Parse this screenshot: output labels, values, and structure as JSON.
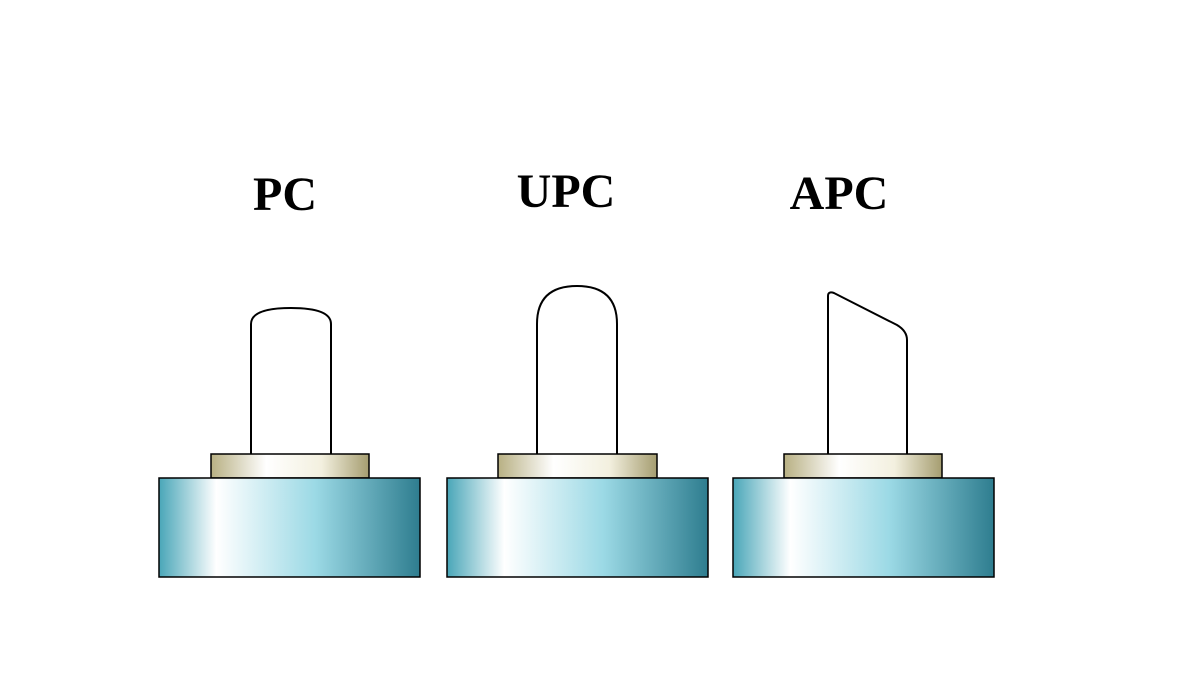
{
  "diagram": {
    "connectors": [
      {
        "id": "pc",
        "label": "PC",
        "end_face": "slightly-curved"
      },
      {
        "id": "upc",
        "label": "UPC",
        "end_face": "dome"
      },
      {
        "id": "apc",
        "label": "APC",
        "end_face": "angled"
      }
    ],
    "colors": {
      "base_gradient": [
        "#49a6b8",
        "#ffffff",
        "#8cd3e0",
        "#2f7f90"
      ],
      "collar_gradient": [
        "#bdb58a",
        "#ffffff",
        "#a8a072"
      ],
      "outline": "#000000",
      "background": "#ffffff"
    }
  }
}
